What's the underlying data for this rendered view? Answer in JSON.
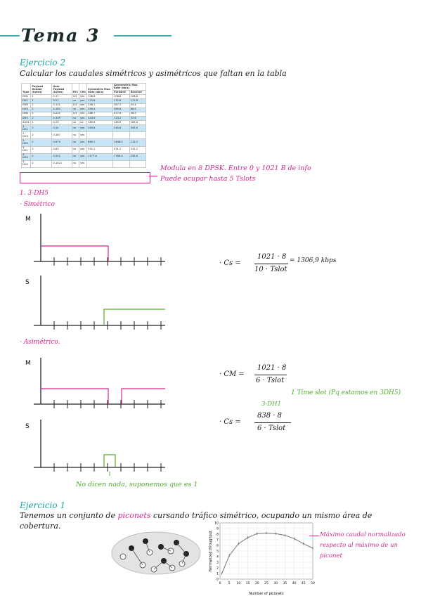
{
  "title": "Tema 3",
  "ej2": {
    "heading": "Ejercicio 2",
    "statement": "Calcular los caudales simétricos y asimétricos que faltan en la tabla",
    "table": {
      "headers": [
        "Type",
        "Payload Header (bytes)",
        "User Payload (bytes)",
        "FEC",
        "CRC",
        "Symmetric Max. Rate (kb/s)",
        "Asymmetric Max. Rate (kb/s)"
      ],
      "subheaders": [
        "Forward",
        "Reverse"
      ],
      "rows": [
        [
          "DM1",
          "1",
          "0-17",
          "2/3",
          "yes",
          "108.8",
          "108.8",
          "108.8"
        ],
        [
          "DH1",
          "1",
          "0-27",
          "no",
          "yes",
          "172.8",
          "172.8",
          "172.8"
        ],
        [
          "DM3",
          "2",
          "0-121",
          "2/3",
          "yes",
          "258.1",
          "387.2",
          "54.4"
        ],
        [
          "DH3",
          "2",
          "0-183",
          "no",
          "yes",
          "390.4",
          "585.6",
          "86.4"
        ],
        [
          "DM5",
          "2",
          "0-224",
          "2/3",
          "yes",
          "286.7",
          "477.8",
          "36.3"
        ],
        [
          "DH5",
          "2",
          "0-339",
          "no",
          "yes",
          "433.9",
          "723.2",
          "57.6"
        ],
        [
          "AUX1",
          "1",
          "0-29",
          "no",
          "no",
          "185.6",
          "185.6",
          "185.6"
        ],
        [
          "2-DH1",
          "2",
          "0-54",
          "no",
          "yes",
          "345.6",
          "345.6",
          "345.6"
        ],
        [
          "2-DH3",
          "2",
          "0-367",
          "no",
          "yes",
          "",
          "",
          ""
        ],
        [
          "2-DH5",
          "2",
          "0-679",
          "no",
          "yes",
          "869.1",
          "1448.5",
          "115.2"
        ],
        [
          "3-DH1",
          "2",
          "0-83",
          "no",
          "yes",
          "531.2",
          "531.2",
          "531.2"
        ],
        [
          "3-DH3",
          "2",
          "0-552",
          "no",
          "yes",
          "1177.6",
          "1766.4",
          "235.6"
        ],
        [
          "3-DH5",
          "2",
          "0-1021",
          "no",
          "yes",
          "",
          "",
          ""
        ]
      ]
    },
    "note_line1": "Modula en 8 DPSK. Entre 0 y 1021 B de info",
    "note_line2": "Puede ocupar hasta 5 Tslots",
    "section": "1. 3-DH5",
    "sym_label": "· Simétrico",
    "asym_label": "· Asimétrico.",
    "axis_m": "M",
    "axis_s": "S",
    "cs_sym": {
      "lhs": "· Cs =",
      "num": "1021 · 8",
      "den": "10 · Tslot",
      "result": "= 1306,9 kbps"
    },
    "cm_asym": {
      "lhs": "· CM =",
      "num": "1021 · 8",
      "den": "6 · Tslot"
    },
    "cs_asym": {
      "lhs": "· Cs =",
      "num": "838 · 8",
      "den": "6 · Tslot",
      "mark": "3-DH1"
    },
    "note_timeslot": "1 Time slot (Pq estamos en 3DH5)",
    "note_nothing": "No dicen nada, suponemos que es 1"
  },
  "ej1": {
    "heading": "Ejercicio 1",
    "statement_pre": "Tenemos un conjunto de ",
    "statement_highlight": "piconets",
    "statement_post": " cursando tráfico simétrico, ocupando un mismo área de",
    "statement_line2": "cobertura.",
    "note_line1": "Máximo caudal normalizado",
    "note_line2": "respecto al máximo de un",
    "note_line3": "piconet"
  },
  "chart_data": {
    "type": "line",
    "xlabel": "Number of piconets",
    "ylabel": "Normalized throughput",
    "x": [
      1,
      5,
      10,
      15,
      20,
      25,
      30,
      35,
      40,
      45,
      50
    ],
    "y": [
      1.0,
      4.2,
      6.3,
      7.4,
      8.1,
      8.2,
      8.1,
      7.8,
      7.2,
      6.3,
      5.5
    ],
    "xlim": [
      0,
      50
    ],
    "ylim": [
      0,
      10
    ],
    "xticks": [
      "0",
      "5",
      "10",
      "15",
      "20",
      "25",
      "30",
      "35",
      "40",
      "45",
      "50"
    ],
    "yticks": [
      "0",
      "1",
      "2",
      "3",
      "4",
      "5",
      "6",
      "7",
      "8",
      "9",
      "10"
    ],
    "grid": true
  }
}
